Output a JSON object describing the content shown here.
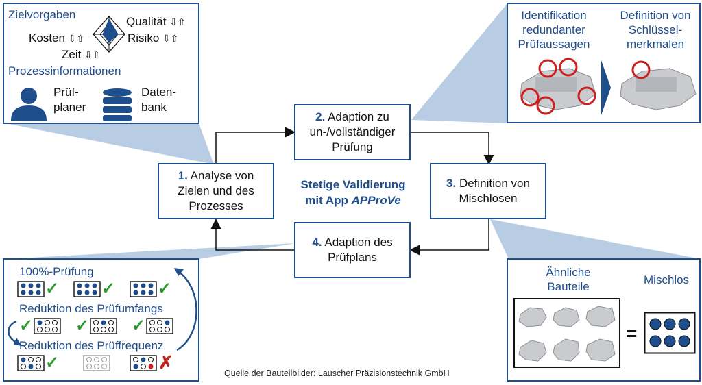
{
  "center": {
    "line1": "Stetige Validierung",
    "line2_prefix": "mit App ",
    "line2_app": "APProVe"
  },
  "steps": [
    {
      "num": "1.",
      "text_a": " Analyse von",
      "text_b": "Zielen und des",
      "text_c": "Prozesses"
    },
    {
      "num": "2.",
      "text_a": " Adaption zu",
      "text_b": "un-/vollständiger",
      "text_c": "Prüfung"
    },
    {
      "num": "3.",
      "text_a": " Definition von",
      "text_b": "Mischlosen",
      "text_c": ""
    },
    {
      "num": "4.",
      "text_a": " Adaption des",
      "text_b": "Prüfplans",
      "text_c": ""
    }
  ],
  "panel_top_left": {
    "heading1": "Zielvorgaben",
    "kosten": "Kosten",
    "qualitaet": "Qualität",
    "risiko": "Risiko",
    "zeit": "Zeit",
    "arrows": "⇩⇧",
    "heading2": "Prozessinformationen",
    "planer_a": "Prüf-",
    "planer_b": "planer",
    "bank_a": "Daten-",
    "bank_b": "bank"
  },
  "panel_top_right": {
    "left_a": "Identifikation",
    "left_b": "redundanter",
    "left_c": "Prüfaussagen",
    "right_a": "Definition von",
    "right_b": "Schlüssel-",
    "right_c": "merkmalen"
  },
  "panel_bottom_left": {
    "row1": "100%-Prüfung",
    "row2": "Reduktion des Prüfumfangs",
    "row3": "Reduktion des Prüffrequenz",
    "check": "✓",
    "cross": "✗"
  },
  "panel_bottom_right": {
    "label_a": "Ähnliche",
    "label_b": "Bauteile",
    "label_mischlos": "Mischlos",
    "equals": "="
  },
  "caption": "Quelle der Bauteilbilder: Lauscher Präzisionstechnik GmbH",
  "colors": {
    "accent": "#1f4e8c",
    "fan": "#b8cde3",
    "check": "#2e9a2e",
    "cross": "#c0261f",
    "ring": "#cc1f1f"
  }
}
